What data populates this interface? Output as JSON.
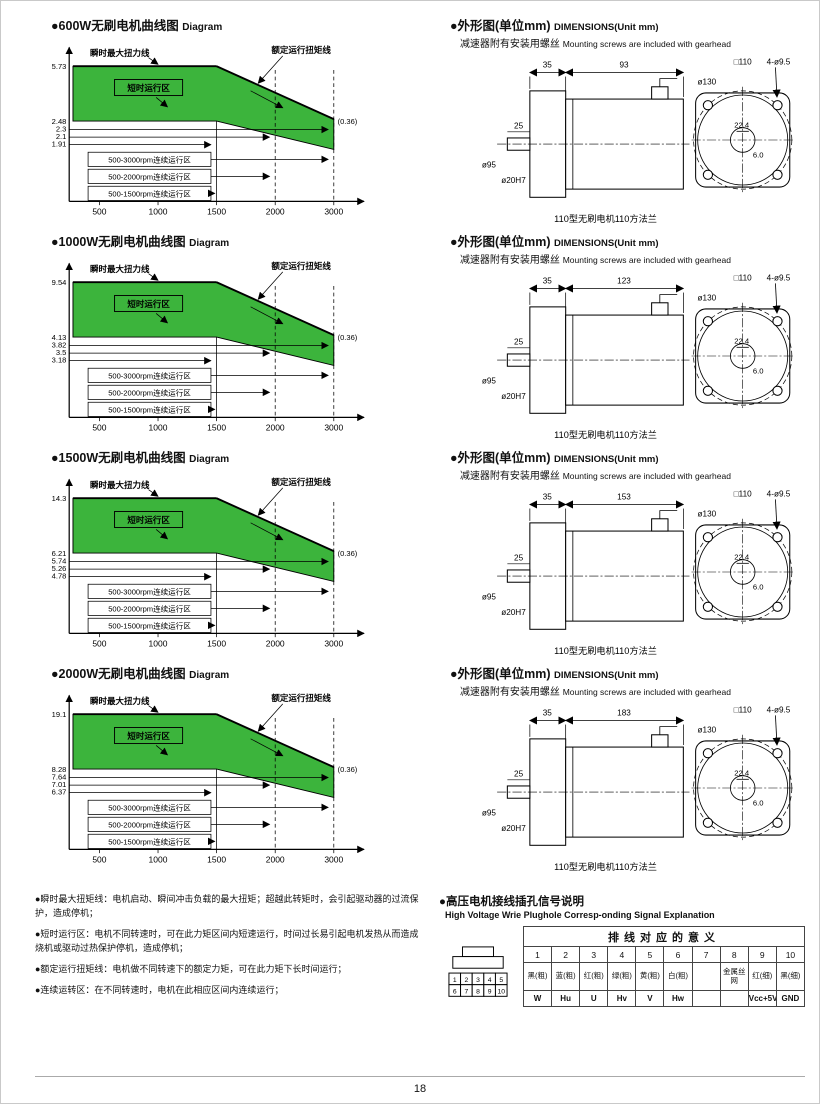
{
  "page": {
    "number": "18",
    "region_color": "#3cb43c"
  },
  "sections": [
    {
      "chart": {
        "title_cn": "●600W无刷电机曲线图",
        "title_en": "Diagram",
        "peak_label": "瞬时最大扭力线",
        "short_label": "短时运行区",
        "rated_label": "额定运行扭矩线",
        "end_value": "(0.36)",
        "y_peak": "5.73",
        "y_levels": [
          "2.48",
          "2.3",
          "2.1",
          "1.91"
        ],
        "x_labels": [
          "500",
          "1000",
          "1500",
          "2000",
          "3000"
        ],
        "zones": [
          "500-3000rpm连续运行区",
          "500-2000rpm连续运行区",
          "500-1500rpm连续运行区"
        ]
      },
      "dims": {
        "title_cn": "●外形图(单位mm)",
        "title_en": "DIMENSIONS(Unit mm)",
        "sub_cn": "减速器附有安装用螺丝",
        "sub_en": "Mounting screws are included with gearhead",
        "gearhead_len": "35",
        "body_len": "93",
        "shaft_len": "25",
        "flange_dia": "ø95",
        "shaft_dia": "ø20H7",
        "square": "□110",
        "bolt_circle": "ø130",
        "holes": "4-ø9.5",
        "key_width": "22.4",
        "key_depth": "6.0",
        "caption": "110型无刷电机110方法兰"
      }
    },
    {
      "chart": {
        "title_cn": "●1000W无刷电机曲线图",
        "title_en": "Diagram",
        "peak_label": "瞬时最大扭力线",
        "short_label": "短时运行区",
        "rated_label": "额定运行扭矩线",
        "end_value": "(0.36)",
        "y_peak": "9.54",
        "y_levels": [
          "4.13",
          "3.82",
          "3.5",
          "3.18"
        ],
        "x_labels": [
          "500",
          "1000",
          "1500",
          "2000",
          "3000"
        ],
        "zones": [
          "500-3000rpm连续运行区",
          "500-2000rpm连续运行区",
          "500-1500rpm连续运行区"
        ]
      },
      "dims": {
        "title_cn": "●外形图(单位mm)",
        "title_en": "DIMENSIONS(Unit mm)",
        "sub_cn": "减速器附有安装用螺丝",
        "sub_en": "Mounting screws are included with gearhead",
        "gearhead_len": "35",
        "body_len": "123",
        "shaft_len": "25",
        "flange_dia": "ø95",
        "shaft_dia": "ø20H7",
        "square": "□110",
        "bolt_circle": "ø130",
        "holes": "4-ø9.5",
        "key_width": "22.4",
        "key_depth": "6.0",
        "caption": "110型无刷电机110方法兰"
      }
    },
    {
      "chart": {
        "title_cn": "●1500W无刷电机曲线图",
        "title_en": "Diagram",
        "peak_label": "瞬时最大扭力线",
        "short_label": "短时运行区",
        "rated_label": "额定运行扭矩线",
        "end_value": "(0.36)",
        "y_peak": "14.3",
        "y_levels": [
          "6.21",
          "5.74",
          "5.26",
          "4.78"
        ],
        "x_labels": [
          "500",
          "1000",
          "1500",
          "2000",
          "3000"
        ],
        "zones": [
          "500-3000rpm连续运行区",
          "500-2000rpm连续运行区",
          "500-1500rpm连续运行区"
        ]
      },
      "dims": {
        "title_cn": "●外形图(单位mm)",
        "title_en": "DIMENSIONS(Unit mm)",
        "sub_cn": "减速器附有安装用螺丝",
        "sub_en": "Mounting screws are included with gearhead",
        "gearhead_len": "35",
        "body_len": "153",
        "shaft_len": "25",
        "flange_dia": "ø95",
        "shaft_dia": "ø20H7",
        "square": "□110",
        "bolt_circle": "ø130",
        "holes": "4-ø9.5",
        "key_width": "22.4",
        "key_depth": "6.0",
        "caption": "110型无刷电机110方法兰"
      }
    },
    {
      "chart": {
        "title_cn": "●2000W无刷电机曲线图",
        "title_en": "Diagram",
        "peak_label": "瞬时最大扭力线",
        "short_label": "短时运行区",
        "rated_label": "额定运行扭矩线",
        "end_value": "(0.36)",
        "y_peak": "19.1",
        "y_levels": [
          "8.28",
          "7.64",
          "7.01",
          "6.37"
        ],
        "x_labels": [
          "500",
          "1000",
          "1500",
          "2000",
          "3000"
        ],
        "zones": [
          "500-3000rpm连续运行区",
          "500-2000rpm连续运行区",
          "500-1500rpm连续运行区"
        ]
      },
      "dims": {
        "title_cn": "●外形图(单位mm)",
        "title_en": "DIMENSIONS(Unit mm)",
        "sub_cn": "减速器附有安装用螺丝",
        "sub_en": "Mounting screws are included with gearhead",
        "gearhead_len": "35",
        "body_len": "183",
        "shaft_len": "25",
        "flange_dia": "ø95",
        "shaft_dia": "ø20H7",
        "square": "□110",
        "bolt_circle": "ø130",
        "holes": "4-ø9.5",
        "key_width": "22.4",
        "key_depth": "6.0",
        "caption": "110型无刷电机110方法兰"
      }
    }
  ],
  "chart_data": [
    {
      "type": "area",
      "title": "600W无刷电机曲线图 Diagram",
      "x_rpm": [
        500,
        1000,
        1500,
        2000,
        3000
      ],
      "peak_torque": 5.73,
      "torque_levels": [
        2.48,
        2.3,
        2.1,
        1.91
      ],
      "end_value": 0.36,
      "flat_until_rpm": 1500,
      "zones": [
        "500-3000rpm连续运行区",
        "500-2000rpm连续运行区",
        "500-1500rpm连续运行区"
      ],
      "grid": false,
      "fill_color": "#3cb43c"
    },
    {
      "type": "area",
      "title": "1000W无刷电机曲线图 Diagram",
      "x_rpm": [
        500,
        1000,
        1500,
        2000,
        3000
      ],
      "peak_torque": 9.54,
      "torque_levels": [
        4.13,
        3.82,
        3.5,
        3.18
      ],
      "end_value": 0.36,
      "flat_until_rpm": 1500,
      "zones": [
        "500-3000rpm连续运行区",
        "500-2000rpm连续运行区",
        "500-1500rpm连续运行区"
      ],
      "grid": false,
      "fill_color": "#3cb43c"
    },
    {
      "type": "area",
      "title": "1500W无刷电机曲线图 Diagram",
      "x_rpm": [
        500,
        1000,
        1500,
        2000,
        3000
      ],
      "peak_torque": 14.3,
      "torque_levels": [
        6.21,
        5.74,
        5.26,
        4.78
      ],
      "end_value": 0.36,
      "flat_until_rpm": 1500,
      "zones": [
        "500-3000rpm连续运行区",
        "500-2000rpm连续运行区",
        "500-1500rpm连续运行区"
      ],
      "grid": false,
      "fill_color": "#3cb43c"
    },
    {
      "type": "area",
      "title": "2000W无刷电机曲线图 Diagram",
      "x_rpm": [
        500,
        1000,
        1500,
        2000,
        3000
      ],
      "peak_torque": 19.1,
      "torque_levels": [
        8.28,
        7.64,
        7.01,
        6.37
      ],
      "end_value": 0.36,
      "flat_until_rpm": 1500,
      "zones": [
        "500-3000rpm连续运行区",
        "500-2000rpm连续运行区",
        "500-1500rpm连续运行区"
      ],
      "grid": false,
      "fill_color": "#3cb43c"
    }
  ],
  "notes": [
    "●瞬时最大扭矩线：电机启动、瞬间冲击负载的最大扭矩；超越此转矩时，会引起驱动器的过流保护，造成停机；",
    "●短时运行区：电机不同转速时，可在此力矩区间内短速运行，时间过长易引起电机发热从而造成烧机或驱动过热保护停机，造成停机；",
    "●额定运行扭矩线：电机做不同转速下的额定力矩，可在此力矩下长时间运行；",
    "●连续运转区：在不同转速时，电机在此相应区间内连续运行；"
  ],
  "wiring": {
    "title_cn": "●高压电机接线插孔信号说明",
    "title_en": "High Voltage Wrie Plughole Corresp-onding Signal Explanation",
    "table_title": "排线对应的意义",
    "pins": [
      "1",
      "2",
      "3",
      "4",
      "5",
      "6",
      "7",
      "8",
      "9",
      "10"
    ],
    "colors": [
      "黑(粗)",
      "蓝(粗)",
      "红(粗)",
      "绿(粗)",
      "黄(粗)",
      "白(粗)",
      "",
      "金属丝网",
      "红(细)",
      "黑(细)"
    ],
    "signals": [
      "W",
      "Hu",
      "U",
      "Hv",
      "V",
      "Hw",
      "",
      "",
      "Vcc+5V",
      "GND"
    ]
  }
}
